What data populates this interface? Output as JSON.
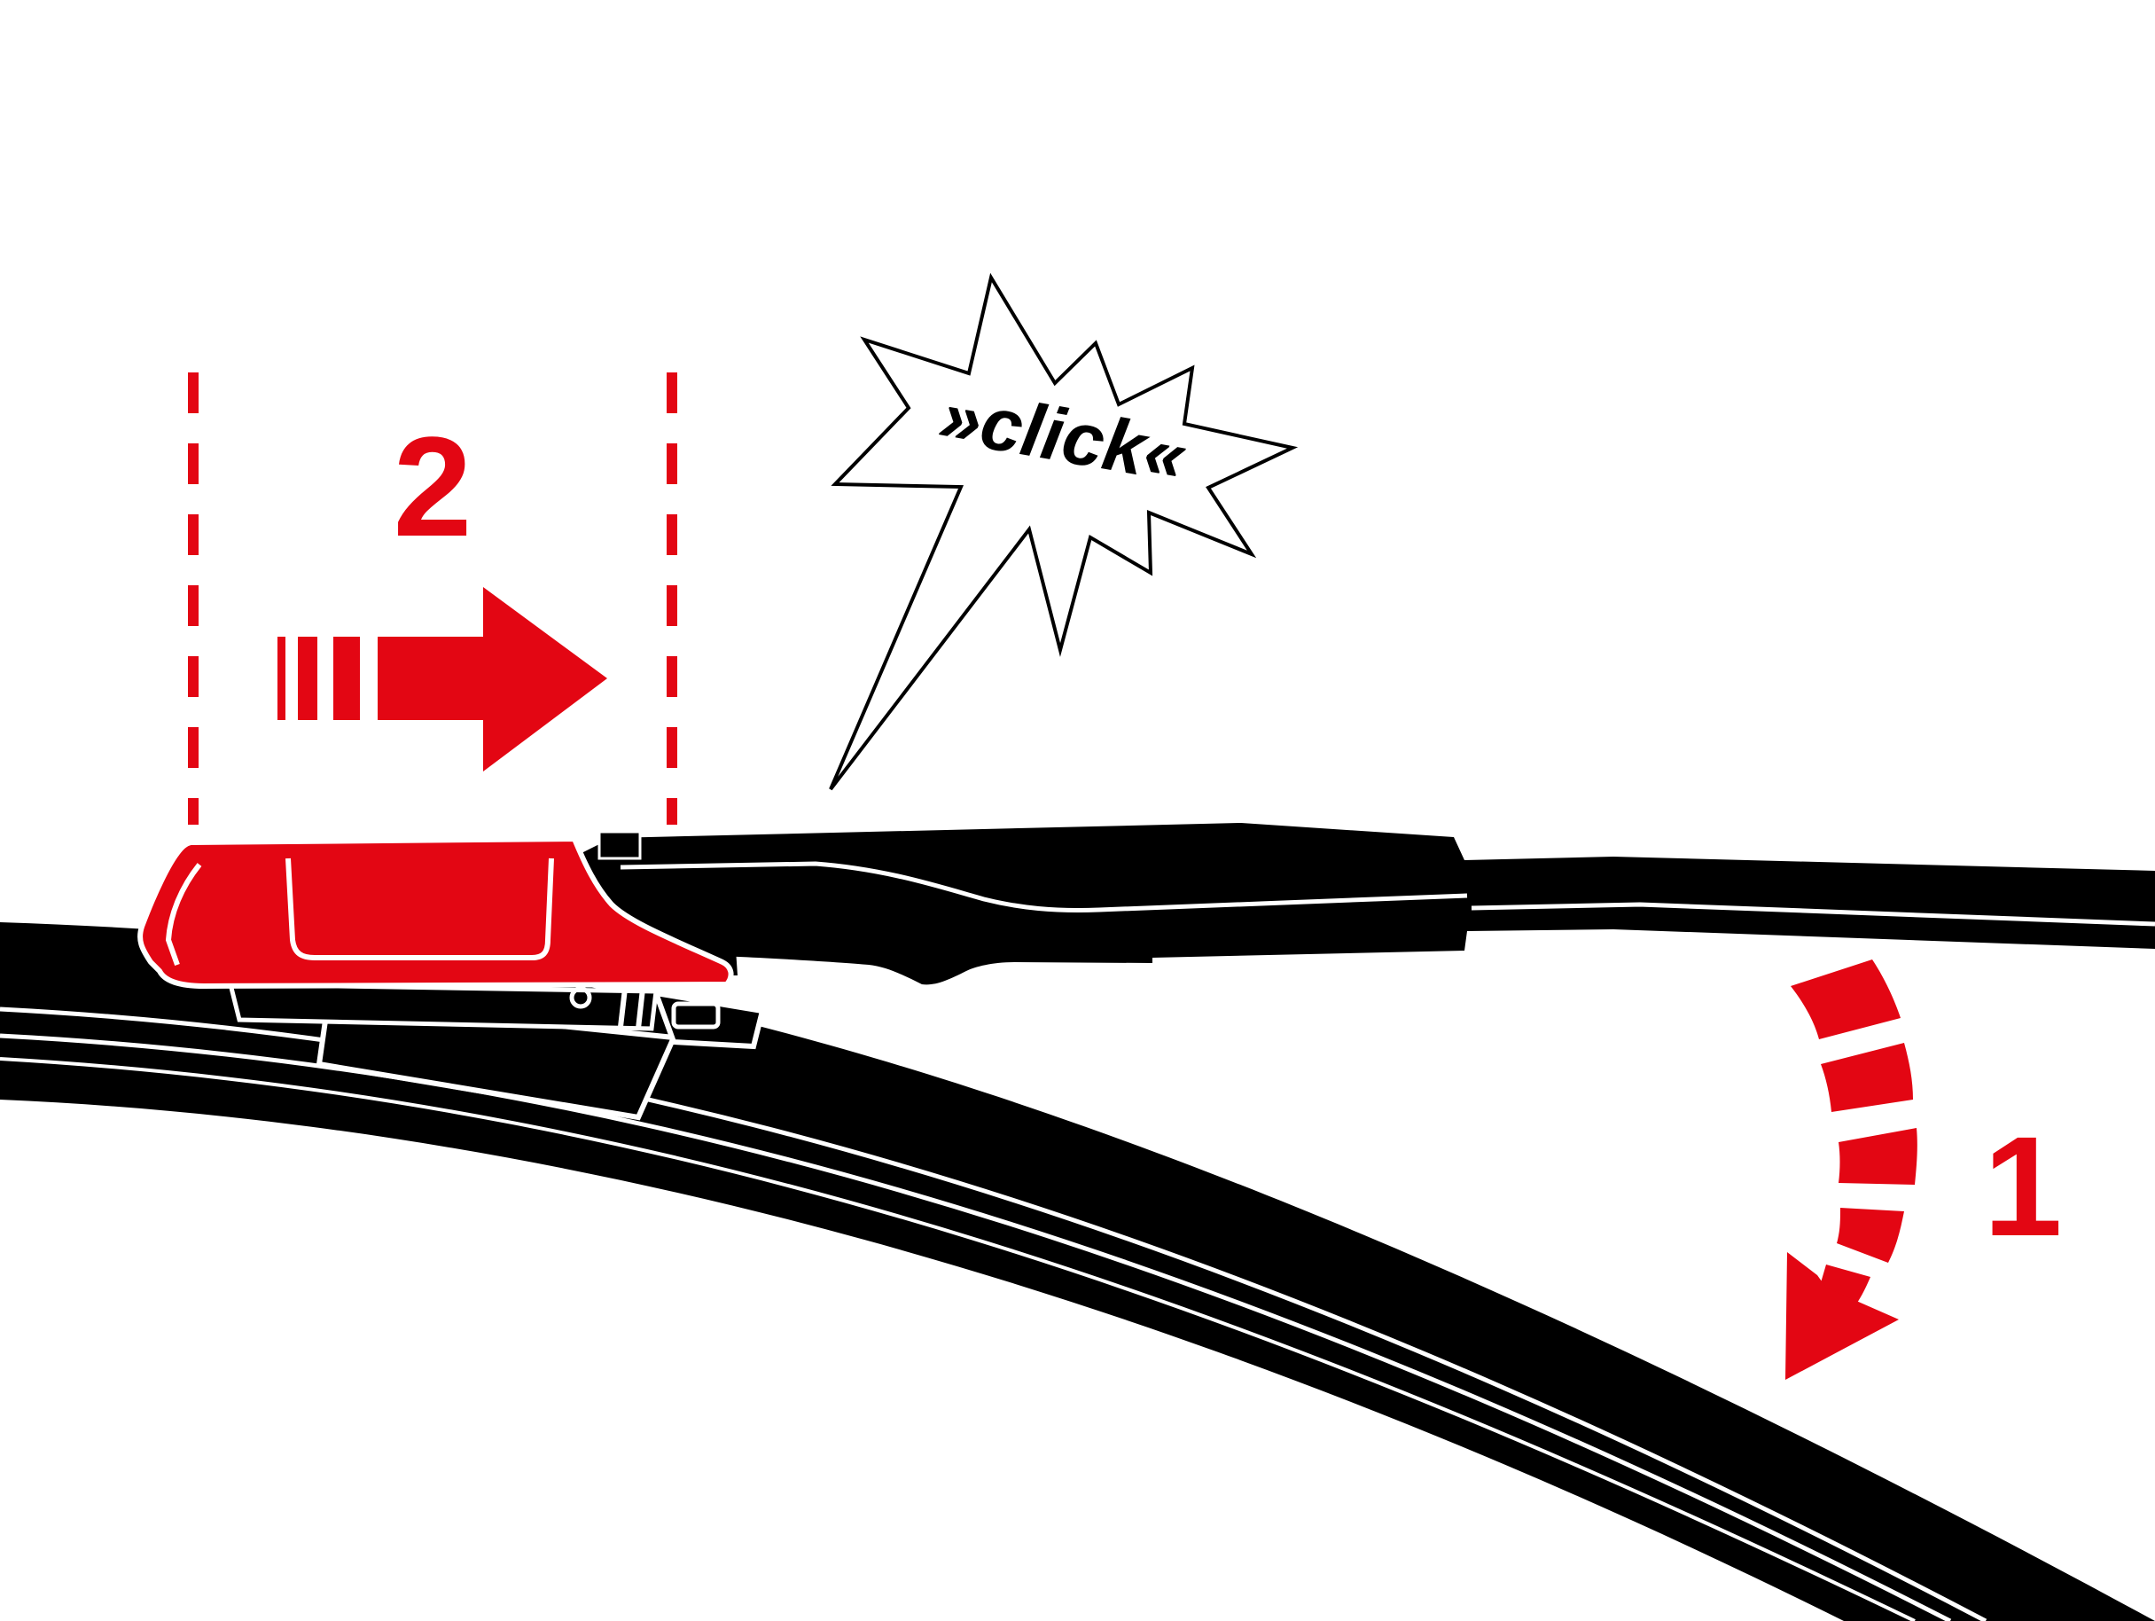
{
  "labels": {
    "step_2": "2",
    "step_1": "1",
    "click_text": "»click«"
  },
  "colors": {
    "accent_red": "#E30613",
    "ink_black": "#000000",
    "background": "#FFFFFF"
  },
  "icons": {
    "step_2_arrow": "arrow-right-with-motion-lines-icon",
    "step_1_arrow": "curved-dashed-arrow-down-icon",
    "sound_burst": "starburst-speech-bubble-icon"
  }
}
